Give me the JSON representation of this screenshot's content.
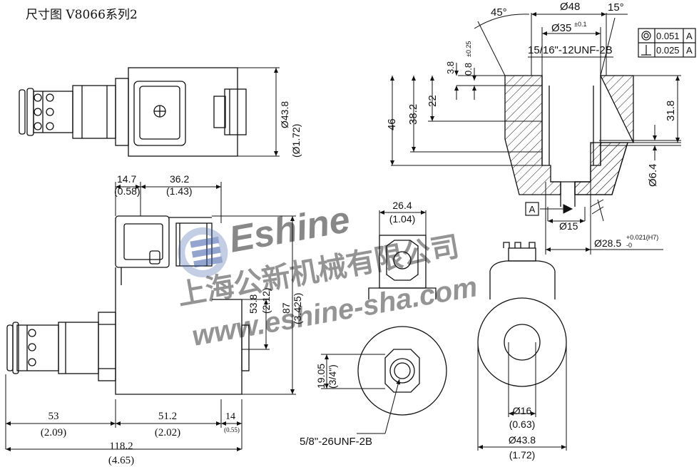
{
  "title": "尺寸图 V8066系列2",
  "watermark": {
    "brand": "Eshine",
    "company_cn": "上海公新机械有限公司",
    "url": "www.eshine-sha.com",
    "color": "#3b5ba8"
  },
  "dims": {
    "dia_43_8": "Ø43.8",
    "dia_1_72_paren": "(Ø1.72)",
    "d14_7": "14.7",
    "d0_58": "(0.58)",
    "d36_2": "36.2",
    "d1_43": "(1.43)",
    "d53_8": "53.8",
    "d2_12": "(2.12)",
    "d87": "87",
    "d3_425": "(3.425)",
    "d53": "53",
    "d2_09": "(2.09)",
    "d51_2": "51.2",
    "d2_02": "(2.02)",
    "d14": "14",
    "d0_55": "(0.55)",
    "d118_2": "118.2",
    "d4_65": "(4.65)",
    "d26_4": "26.4",
    "d1_04": "(1.04)",
    "d19_05": "19.05",
    "d3_4": "(3/4\")",
    "thread_small": "5/8\"-26UNF-2B",
    "d16": "Ø16",
    "d0_63": "(0.63)",
    "d43_8b": "Ø43.8",
    "d1_72": "(1.72)",
    "angle45": "45°",
    "angle15": "15°",
    "dia48": "Ø48",
    "dia35": "Ø35",
    "tol35": "±0.1",
    "thread_large": "15/16\"-12UNF-2B",
    "d3_8": "3.8",
    "d0_8": "0.8",
    "tol0_8": "±0.25",
    "d22": "22",
    "d38_2": "38.2",
    "d46": "46",
    "d31_8": "31.8",
    "dia6_4": "Ø6.4",
    "datum": "A",
    "dia15": "Ø15",
    "dia28_5": "Ø28.5",
    "tol28_5_up": "+0.021(H7)",
    "tol28_5_low": "-0",
    "fcf1_value": "0.051",
    "fcf1_ref": "A",
    "fcf2_value": "0.025",
    "fcf2_ref": "A"
  }
}
